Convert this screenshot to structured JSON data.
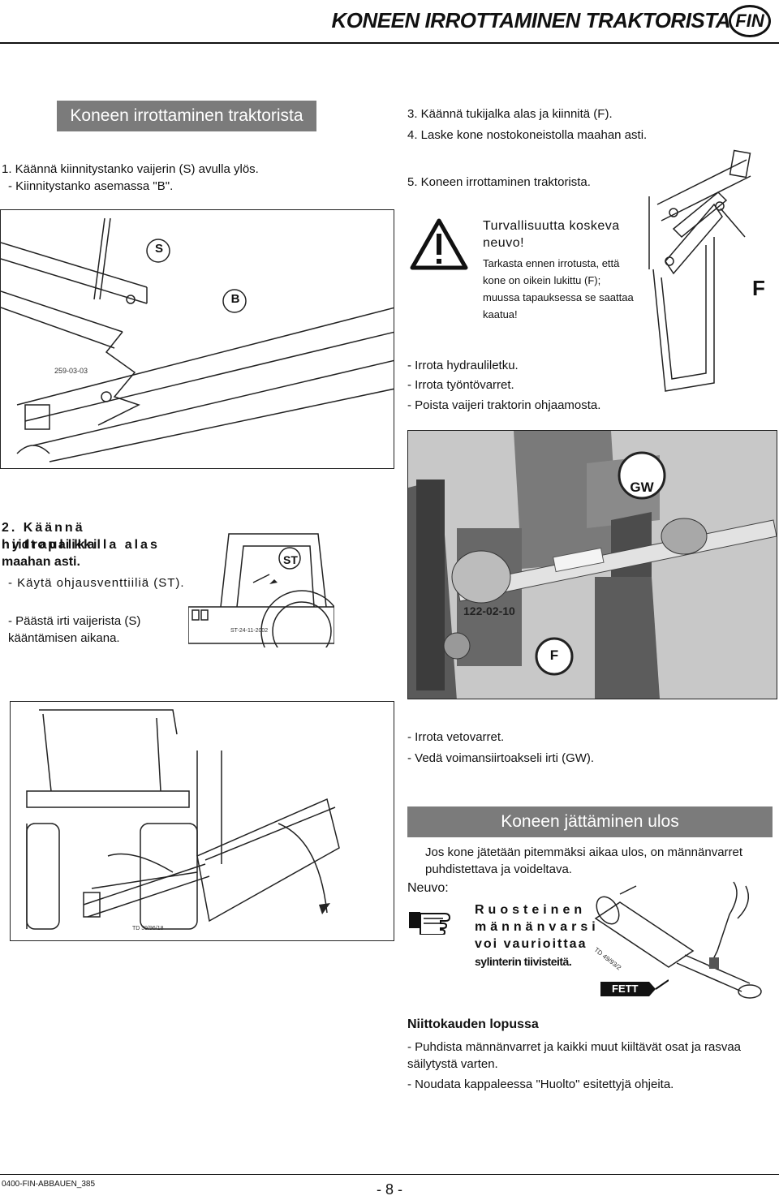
{
  "header": {
    "title": "KONEEN IRROTTAMINEN TRAKTORISTA",
    "lang_badge": "FIN"
  },
  "left_col": {
    "section_title": "Koneen irrottaminen traktorista",
    "step1": "1. Käännä kiinnitystanko vaijerin (S) avulla ylös.",
    "step1_sub": "- Kiinnitystanko asemassa \"B\".",
    "fig1": {
      "label_s": "S",
      "label_b": "B",
      "code": "259-03-03"
    },
    "step2_line1": "2. Käännä niittopalkki",
    "step2_line2": "hydrauliikalla alas",
    "step2_line3": "maahan asti.",
    "step2_sub1": "- Käytä ohjausventtiiliä (ST).",
    "step2_sub2": "- Päästä irti vaijerista (S) kääntämisen aikana.",
    "fig2": {
      "label_st": "ST",
      "code": "ST-24-11-2002"
    },
    "fig3": {
      "code": "TD 39/96/18"
    }
  },
  "right_col": {
    "step3": "3. Käännä tukijalka alas ja kiinnitä (F).",
    "step4": "4. Laske kone nostokoneistolla maahan asti.",
    "step5": "5. Koneen irrottaminen traktorista.",
    "warning_title": "Turvallisuutta koskeva neuvo!",
    "warning_body": "Tarkasta ennen irrotusta, että kone on oikein lukittu (F); muussa tapauksessa se saattaa kaatua!",
    "fig_f_label": "F",
    "list1": [
      "- Irrota hydrauliletku.",
      "- Irrota työntövarret.",
      "- Poista vaijeri traktorin ohjaamosta."
    ],
    "fig4": {
      "label_gw": "GW",
      "label_f": "F",
      "code": "122-02-10"
    },
    "list2": [
      "- Irrota vetovarret.",
      "- Vedä voimansiirtoakseli irti (GW)."
    ],
    "section2_title": "Koneen jättäminen ulos",
    "section2_body": "Jos kone jätetään pitemmäksi aikaa ulos, on männänvarret puhdistettava ja voideltava.",
    "neuvo_label": "Neuvo:",
    "neuvo_line1": "Ruosteinen",
    "neuvo_line2": "männänvarsi",
    "neuvo_line3": "voi vaurioittaa",
    "neuvo_line4": "sylinterin tiivisteitä.",
    "fig5": {
      "code": "TD 49/93/2",
      "fett_label": "FETT"
    },
    "end_title": "Niittokauden lopussa",
    "end_item1": "- Puhdista männänvarret ja kaikki muut kiiltävät osat ja rasvaa säilytystä varten.",
    "end_item2": "- Noudata kappaleessa \"Huolto\" esitettyjä ohjeita."
  },
  "footer": {
    "doc_code": "0400-FIN-ABBAUEN_385",
    "page": "- 8 -"
  }
}
